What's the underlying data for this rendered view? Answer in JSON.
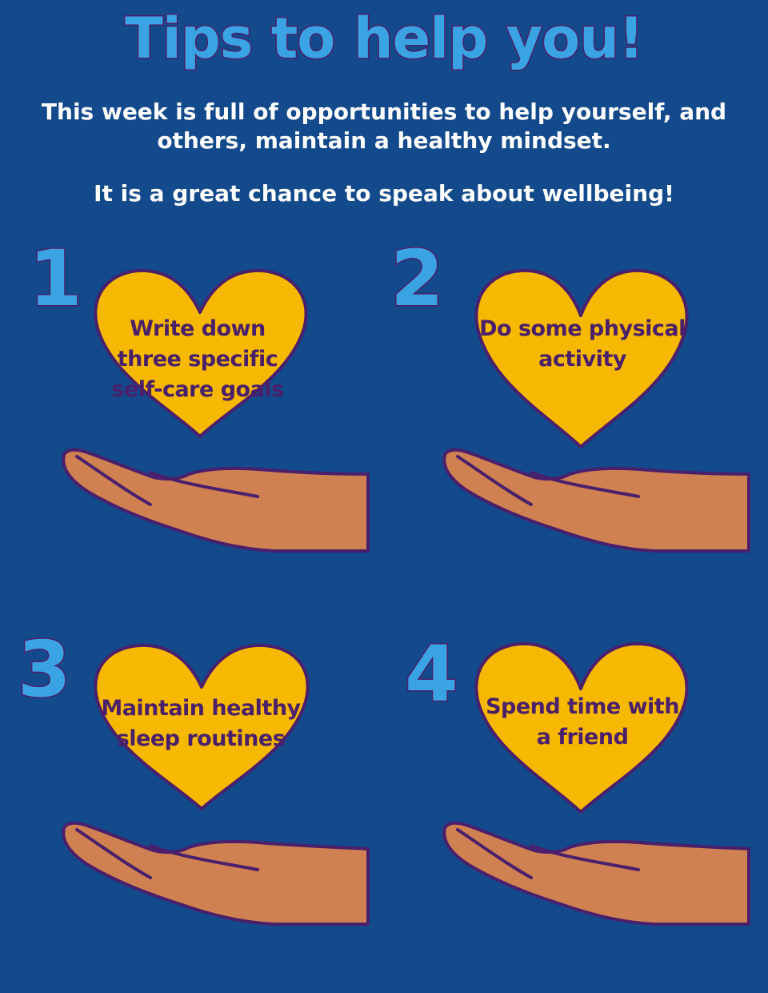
{
  "poster": {
    "title": "Tips to help you!",
    "intro_line1": "This week is full of opportunities to help yourself, and others, maintain a healthy mindset.",
    "intro_line2": "It is a great chance to speak about wellbeing!"
  },
  "tips": [
    {
      "number": "1",
      "text": "Write down three specific self-care goals"
    },
    {
      "number": "2",
      "text": "Do some physical activity"
    },
    {
      "number": "3",
      "text": "Maintain healthy sleep routines"
    },
    {
      "number": "4",
      "text": "Spend time with a friend"
    }
  ],
  "colors": {
    "background": "#134a8c",
    "accent_blue": "#3aa3e3",
    "heart_yellow": "#f6b800",
    "outline_purple": "#4a1f6b",
    "hand_skin": "#d08152"
  },
  "icons": [
    "heart-icon",
    "open-hand-icon"
  ]
}
